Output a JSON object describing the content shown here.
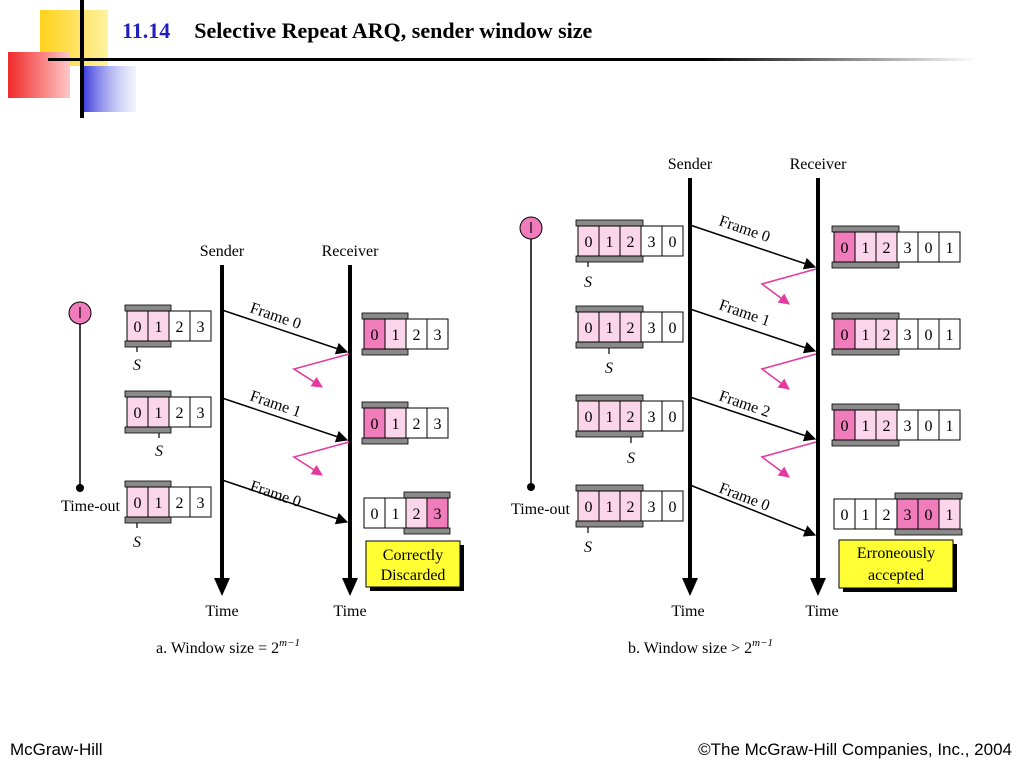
{
  "title": {
    "number": "11.14",
    "text": "Selective Repeat ARQ, sender window size"
  },
  "colors": {
    "window_dark": "#f07cbc",
    "window_light": "#fbd5ea",
    "window_bar": "#8a8a8a",
    "arrow": "#e23ca0",
    "note_bg": "#ffff33",
    "title_number": "#1f1fbf"
  },
  "diagram_a": {
    "sender_label": "Sender",
    "receiver_label": "Receiver",
    "time_label_sender": "Time",
    "time_label_receiver": "Time",
    "timeout_label": "Time-out",
    "s_label": "S",
    "frames": [
      "Frame 0",
      "Frame 1",
      "Frame 0"
    ],
    "note": [
      "Correctly",
      "Discarded"
    ],
    "caption": "a. Window size = 2",
    "caption_sup": "m−1",
    "sender_windows": [
      {
        "cells": [
          "0",
          "1",
          "2",
          "3"
        ],
        "states": [
          "light",
          "light",
          "none",
          "none"
        ]
      },
      {
        "cells": [
          "0",
          "1",
          "2",
          "3"
        ],
        "states": [
          "light",
          "light",
          "none",
          "none"
        ]
      },
      {
        "cells": [
          "0",
          "1",
          "2",
          "3"
        ],
        "states": [
          "light",
          "light",
          "none",
          "none"
        ]
      }
    ],
    "receiver_windows": [
      {
        "cells": [
          "0",
          "1",
          "2",
          "3"
        ],
        "states": [
          "dark",
          "light",
          "none",
          "none"
        ]
      },
      {
        "cells": [
          "0",
          "1",
          "2",
          "3"
        ],
        "states": [
          "dark",
          "light",
          "none",
          "none"
        ]
      },
      {
        "cells": [
          "0",
          "1",
          "2",
          "3"
        ],
        "states": [
          "none",
          "none",
          "light",
          "dark"
        ]
      }
    ]
  },
  "diagram_b": {
    "sender_label": "Sender",
    "receiver_label": "Receiver",
    "time_label_sender": "Time",
    "time_label_receiver": "Time",
    "timeout_label": "Time-out",
    "s_label": "S",
    "frames": [
      "Frame 0",
      "Frame 1",
      "Frame 2",
      "Frame 0"
    ],
    "note": [
      "Erroneously",
      "accepted"
    ],
    "caption": "b. Window size > 2",
    "caption_sup": "m−1",
    "sender_windows": [
      {
        "cells": [
          "0",
          "1",
          "2",
          "3",
          "0"
        ],
        "states": [
          "light",
          "light",
          "light",
          "none",
          "none"
        ]
      },
      {
        "cells": [
          "0",
          "1",
          "2",
          "3",
          "0"
        ],
        "states": [
          "light",
          "light",
          "light",
          "none",
          "none"
        ]
      },
      {
        "cells": [
          "0",
          "1",
          "2",
          "3",
          "0"
        ],
        "states": [
          "light",
          "light",
          "light",
          "none",
          "none"
        ]
      },
      {
        "cells": [
          "0",
          "1",
          "2",
          "3",
          "0"
        ],
        "states": [
          "light",
          "light",
          "light",
          "none",
          "none"
        ]
      }
    ],
    "receiver_windows": [
      {
        "cells": [
          "0",
          "1",
          "2",
          "3",
          "0",
          "1"
        ],
        "states": [
          "dark",
          "light",
          "light",
          "none",
          "none",
          "none"
        ]
      },
      {
        "cells": [
          "0",
          "1",
          "2",
          "3",
          "0",
          "1"
        ],
        "states": [
          "dark",
          "light",
          "light",
          "none",
          "none",
          "none"
        ]
      },
      {
        "cells": [
          "0",
          "1",
          "2",
          "3",
          "0",
          "1"
        ],
        "states": [
          "dark",
          "light",
          "light",
          "none",
          "none",
          "none"
        ]
      },
      {
        "cells": [
          "0",
          "1",
          "2",
          "3",
          "0",
          "1"
        ],
        "states": [
          "none",
          "none",
          "none",
          "dark",
          "dark",
          "light"
        ]
      }
    ]
  },
  "footer": {
    "left": "McGraw-Hill",
    "right": "©The McGraw-Hill Companies, Inc., 2004"
  }
}
